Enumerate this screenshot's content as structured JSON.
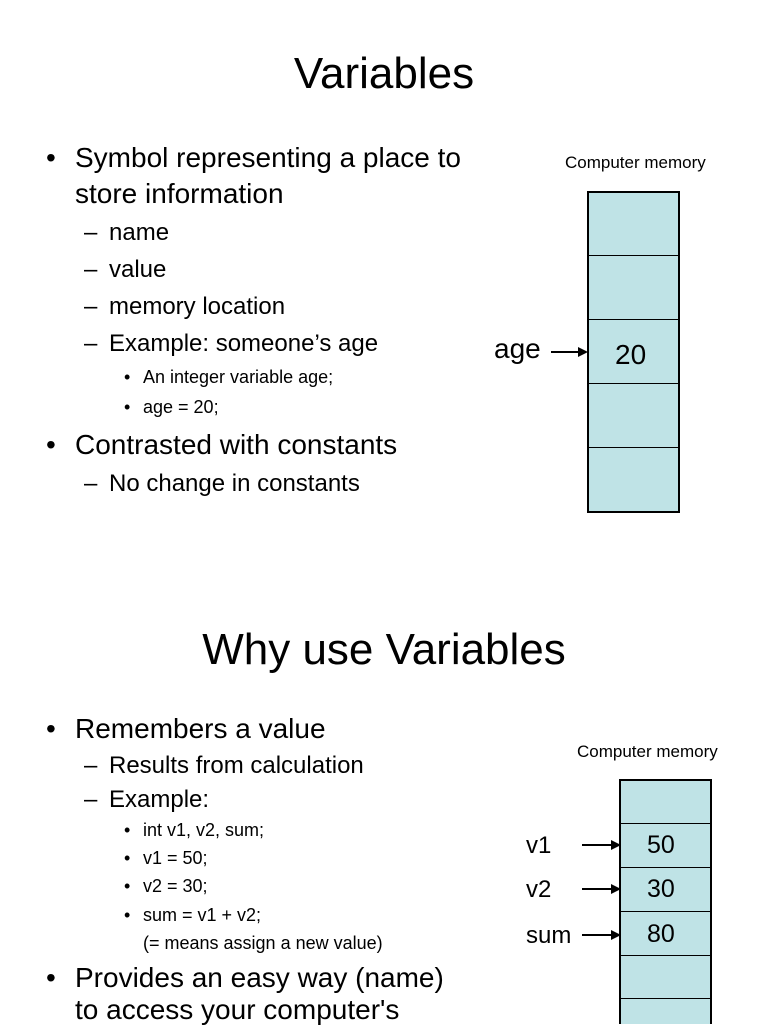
{
  "slide1": {
    "title": "Variables",
    "bullets": [
      {
        "text_line1": "Symbol representing a place to",
        "text_line2": "store information"
      },
      {
        "text": "Contrasted with constants"
      }
    ],
    "sub": [
      "name",
      "value",
      "memory location",
      "Example: someone’s age"
    ],
    "subsub": [
      "An integer variable age;",
      "age = 20;"
    ],
    "sub2": [
      "No change in constants"
    ],
    "memory": {
      "label": "Computer memory",
      "variable": "age",
      "value": "20"
    }
  },
  "slide2": {
    "title": "Why use Variables",
    "bullets": [
      {
        "text": "Remembers a value"
      },
      {
        "text_line1": "Provides an easy way (name)",
        "text_line2": "to access your computer's"
      }
    ],
    "sub": [
      "Results from calculation",
      "Example:"
    ],
    "subsub": [
      "int v1, v2, sum;",
      "v1 = 50;",
      "v2 = 30;",
      "sum = v1 + v2;"
    ],
    "note": "(=  means assign a new value)",
    "memory": {
      "label": "Computer memory",
      "variables": [
        "v1",
        "v2",
        "sum"
      ],
      "values": [
        "50",
        "30",
        "80"
      ]
    }
  },
  "bullet_symbols": {
    "level1": "•",
    "level2": "–",
    "level3": "•"
  },
  "colors": {
    "memory_cell": "#bfe3e6",
    "text": "#000000",
    "background": "#ffffff"
  }
}
